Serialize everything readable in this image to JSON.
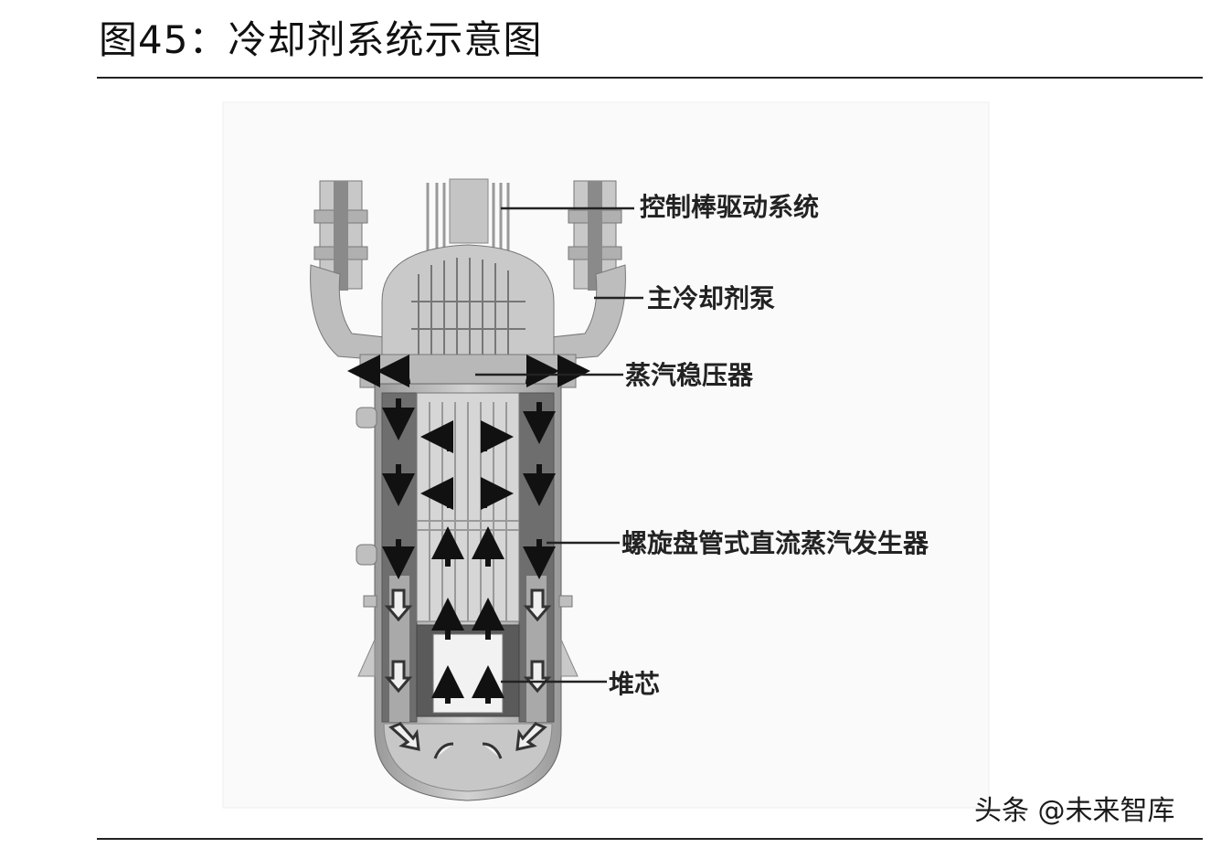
{
  "header": {
    "title": "图45：冷却剂系统示意图"
  },
  "labels": [
    {
      "key": "crdm",
      "text": "控制棒驱动系统"
    },
    {
      "key": "pump",
      "text": "主冷却剂泵"
    },
    {
      "key": "pressurizer",
      "text": "蒸汽稳压器"
    },
    {
      "key": "steam_generator",
      "text": "螺旋盘管式直流蒸汽发生器"
    },
    {
      "key": "core",
      "text": "堆芯"
    }
  ],
  "watermark": {
    "text": "头条 @未来智库"
  }
}
